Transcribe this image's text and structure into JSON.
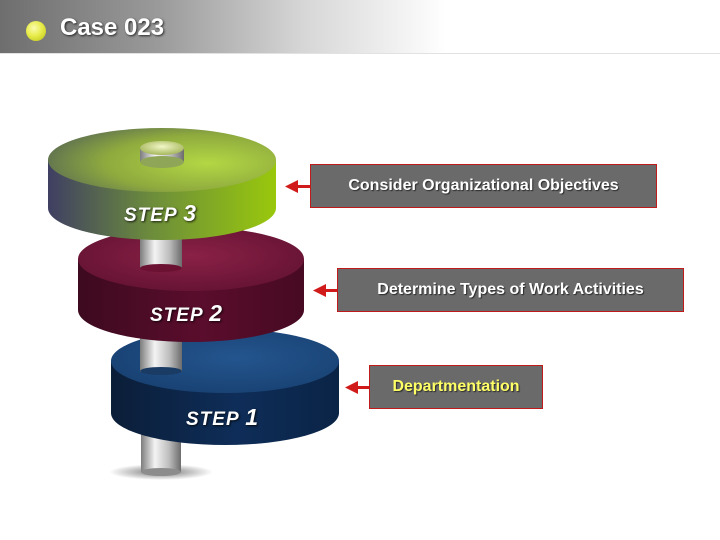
{
  "header": {
    "title": "Case 023"
  },
  "steps": [
    {
      "word": "STEP",
      "number": "1",
      "description": "Departmentation",
      "highlight": true,
      "top_color": "#1f4f86",
      "side_color": "#0c2a50"
    },
    {
      "word": "STEP",
      "number": "2",
      "description": "Determine Types of Work Activities",
      "highlight": false,
      "top_color": "#7a1838",
      "side_color": "#4a0a22"
    },
    {
      "word": "STEP",
      "number": "3",
      "description": "Consider Organizational Objectives",
      "highlight": false,
      "top_color": "#9cc33a",
      "side_color": "#8cbd10"
    }
  ],
  "colors": {
    "callout_fill": "#6a6a6a",
    "callout_border": "#c01a1a",
    "arrow": "#d11a1a",
    "highlight_text": "#ffff66"
  }
}
